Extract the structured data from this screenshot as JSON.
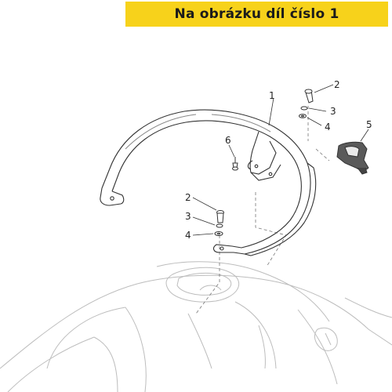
{
  "banner": {
    "text": "Na obrázku díl číslo 1"
  },
  "callouts": {
    "c1": "1",
    "c2a": "2",
    "c3a": "3",
    "c4a": "4",
    "c5": "5",
    "c6": "6",
    "c2b": "2",
    "c3b": "3",
    "c4b": "4"
  },
  "colors": {
    "banner_bg": "#f7d21b",
    "line": "#555555",
    "light_line": "#bdbdbd"
  }
}
